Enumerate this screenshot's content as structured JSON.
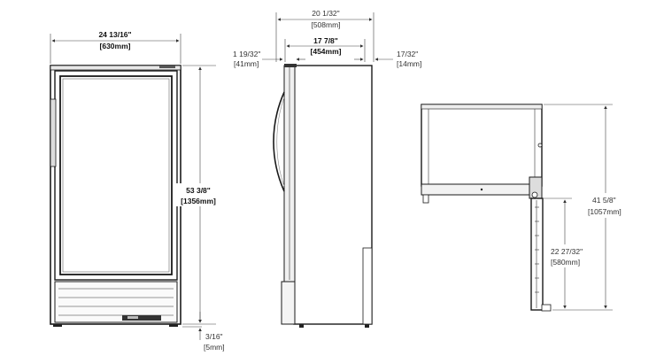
{
  "front_view": {
    "width_imperial": "24 13/16\"",
    "width_metric": "[630mm]",
    "height_imperial": "53 3/8\"",
    "height_metric": "[1356mm]",
    "foot_imperial": "3/16\"",
    "foot_metric": "[5mm]"
  },
  "side_view": {
    "depth_imperial": "20 1/32\"",
    "depth_metric": "[508mm]",
    "body_depth_imperial": "17 7/8\"",
    "body_depth_metric": "[454mm]",
    "handle_imperial": "1 19/32\"",
    "handle_metric": "[41mm]",
    "rear_imperial": "17/32\"",
    "rear_metric": "[14mm]"
  },
  "top_view": {
    "open_depth_imperial": "41 5/8\"",
    "open_depth_metric": "[1057mm]",
    "door_imperial": "22 27/32\"",
    "door_metric": "[580mm]"
  }
}
